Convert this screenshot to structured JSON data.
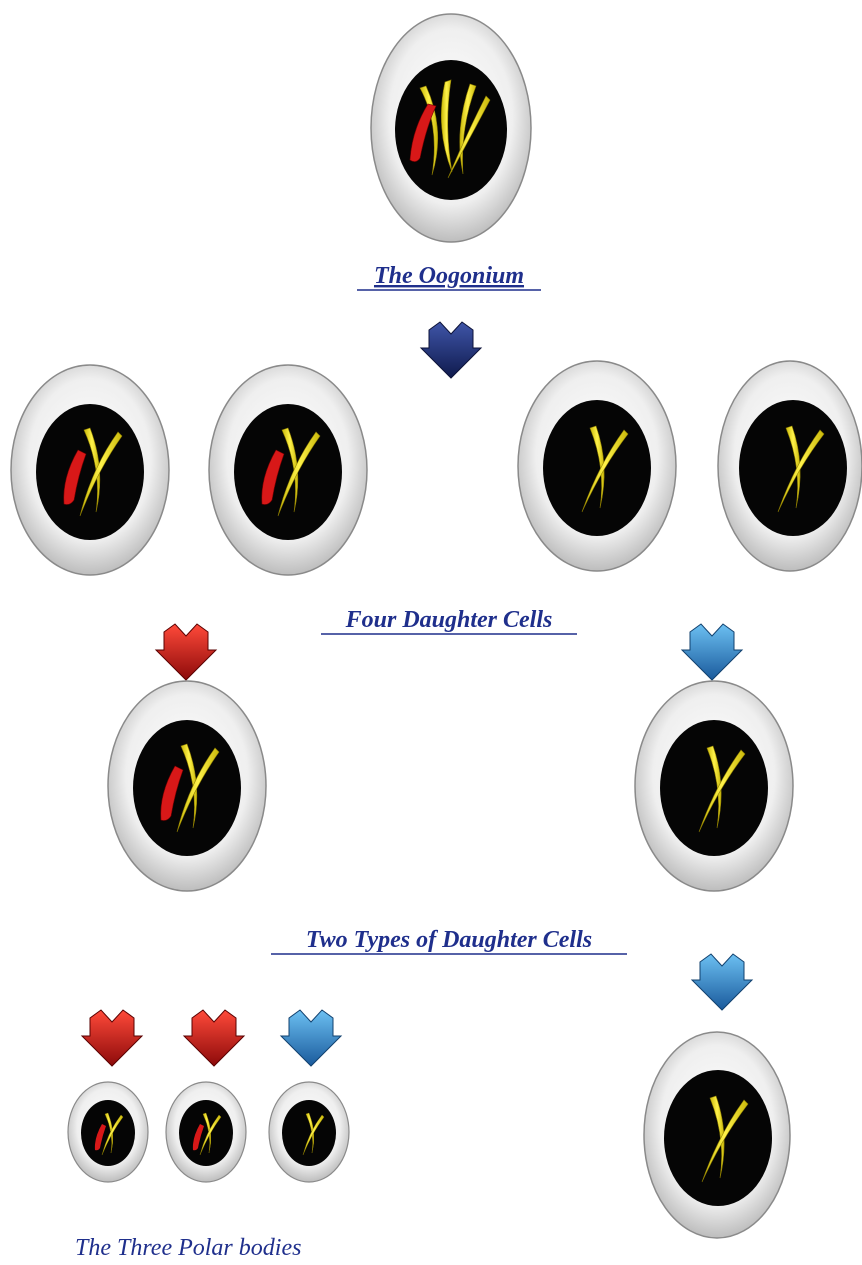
{
  "captions": {
    "oogonium": "The Oogonium",
    "four_daughter_cells": "Four Daughter Cells",
    "two_types": "Two Types of Daughter Cells",
    "polar_bodies": "The Three Polar bodies"
  },
  "colors": {
    "caption_text": "#1f2f8c",
    "membrane": "#f2f2f2",
    "membrane_edge": "#8a8a8a",
    "nucleus": "#050505",
    "chromosome_yellow": "#f2e21a",
    "chromosome_red": "#d81818",
    "arrow_navy": "#1c2b6b",
    "arrow_red": "#c41414",
    "arrow_blue": "#2a7cc7"
  },
  "legend_note": ""
}
